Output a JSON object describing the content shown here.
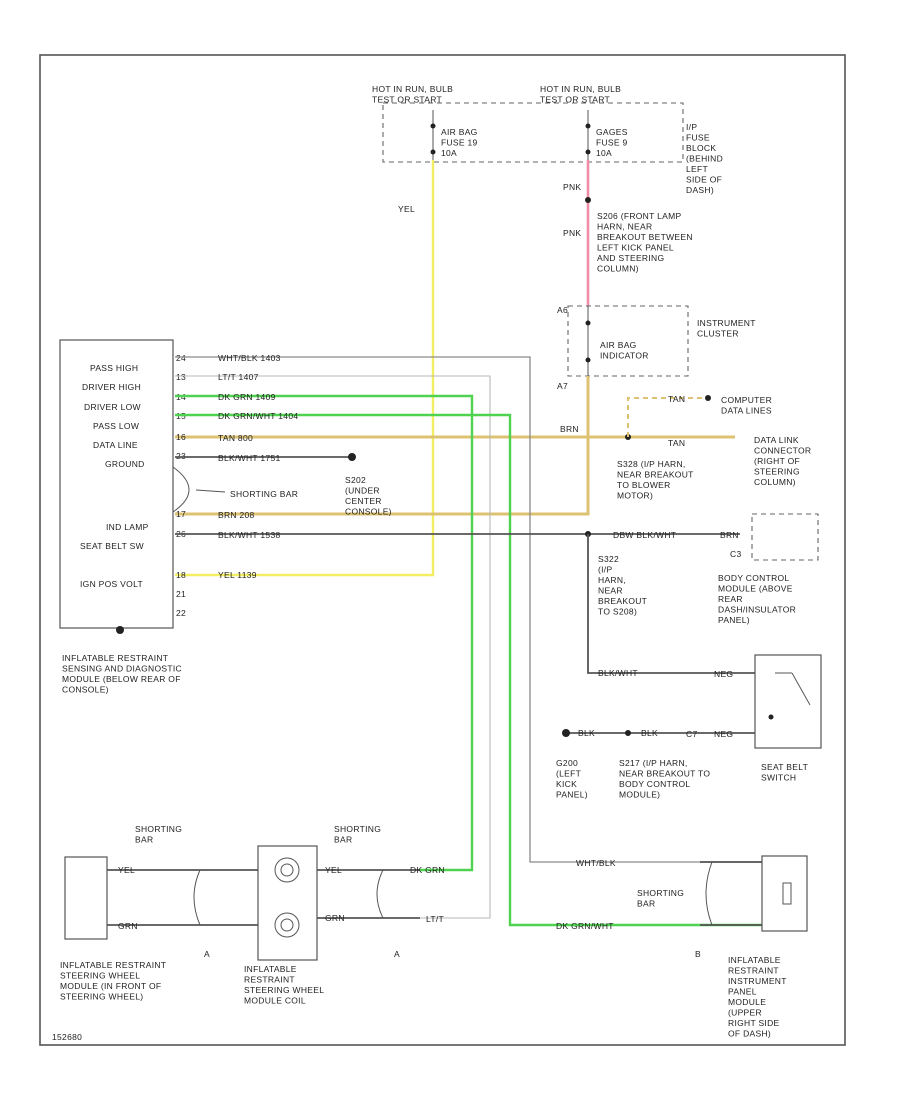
{
  "diagram": {
    "fuse_top_left": "HOT IN RUN, BULB TEST OR START",
    "fuse_top_right": "HOT IN RUN, BULB TEST OR START",
    "fuse_airbag": "AIR BAG FUSE 19 10A",
    "fuse_gages": "GAGES FUSE 9 10A",
    "ip_fuse_block": "I/P FUSE BLOCK (BEHIND LEFT SIDE OF DASH)",
    "yel_label": "YEL",
    "pnk_label_1": "PNK",
    "pnk_label_2": "PNK",
    "splice_s206": "S206 (FRONT LAMP HARN, NEAR BREAKOUT BETWEEN LEFT KICK PANEL AND STEERING COLUMN)",
    "conn_a6": "A6",
    "conn_a7": "A7",
    "instrument_cluster": "INSTRUMENT CLUSTER",
    "airbag_indicator": "AIR BAG INDICATOR",
    "brn_label": "BRN",
    "tan_label_dash": "TAN",
    "tan_label_solid": "TAN",
    "computer_data_lines": "COMPUTER DATA LINES",
    "dlc_conn": "DATA LINK CONNECTOR (RIGHT OF STEERING COLUMN)",
    "splice_s328": "S328 (I/P HARN, NEAR BREAKOUT TO BLOWER MOTOR)",
    "splice_s202": "S202 (UNDER CENTER CONSOLE)",
    "shorting_bar_module": "SHORTING BAR",
    "module_pins": [
      {
        "pin": "24",
        "label": "PASS HIGH",
        "wire": "WHT/BLK 1403"
      },
      {
        "pin": "13",
        "label": "DRIVER HIGH",
        "wire": "LT/T 1407"
      },
      {
        "pin": "14",
        "label": "DRIVER LOW",
        "wire": "DK GRN 1409"
      },
      {
        "pin": "15",
        "label": "PASS LOW",
        "wire": "DK GRN/WHT 1404"
      },
      {
        "pin": "16",
        "label": "DATA LINE",
        "wire": "TAN 800"
      },
      {
        "pin": "23",
        "label": "GROUND",
        "wire": "BLK/WHT 1751"
      },
      {
        "pin": "17",
        "label": "IND LAMP",
        "wire": "BRN 208"
      },
      {
        "pin": "26",
        "label": "SEAT BELT SW",
        "wire": "BLK/WHT 1538"
      },
      {
        "pin": "18",
        "label": "IGN POS VOLT",
        "wire": "YEL 1139"
      },
      {
        "pin": "21",
        "label": "",
        "wire": ""
      },
      {
        "pin": "22",
        "label": "",
        "wire": ""
      }
    ],
    "module_name": "INFLATABLE RESTRAINT SENSING AND DIAGNOSTIC MODULE (BELOW REAR OF CONSOLE)",
    "dbw_wire": "DBW BLK/WHT",
    "brn_bcm": "BRN",
    "bcm_c3": "C3",
    "bcm": "BODY CONTROL MODULE (ABOVE REAR DASH/INSULATOR PANEL)",
    "splice_s322": "S322 (I/P HARN, NEAR BREAKOUT TO S208)",
    "sw_wire_blk": "BLK/WHT",
    "sw_wire_neg": "NEG",
    "gnd_blk_1": "BLK",
    "gnd_blk_2": "BLK",
    "conn_c7": "C7",
    "sw_wire_neg2": "NEG",
    "gnd_g200": "G200 (LEFT KICK PANEL)",
    "splice_s217": "S217 (I/P HARN, NEAR BREAKOUT TO BODY CONTROL MODULE)",
    "seat_belt_switch": "SEAT BELT SWITCH",
    "sb_left": "SHORTING BAR",
    "sb_mid": "SHORTING BAR",
    "sb_right": "SHORTING BAR",
    "wire_dkgrn_b": "DK GRN",
    "wire_ltt_b": "LT/T",
    "wire_wht_blk_b": "WHT/BLK",
    "wire_dkgrn_wht_b": "DK GRN/WHT",
    "wire_yel_l": "YEL",
    "wire_grn_l": "GRN",
    "wire_yel_r": "YEL",
    "wire_grn_r": "GRN",
    "conn_a_left": "A",
    "conn_a_mid": "A",
    "conn_b_right": "B",
    "steering_wheel_module": "INFLATABLE RESTRAINT STEERING WHEEL MODULE (IN FRONT OF STEERING WHEEL)",
    "coil": "INFLATABLE RESTRAINT STEERING WHEEL MODULE COIL",
    "ip_module": "INFLATABLE RESTRAINT INSTRUMENT PANEL MODULE (UPPER RIGHT SIDE OF DASH)",
    "fig_id": "152680"
  }
}
